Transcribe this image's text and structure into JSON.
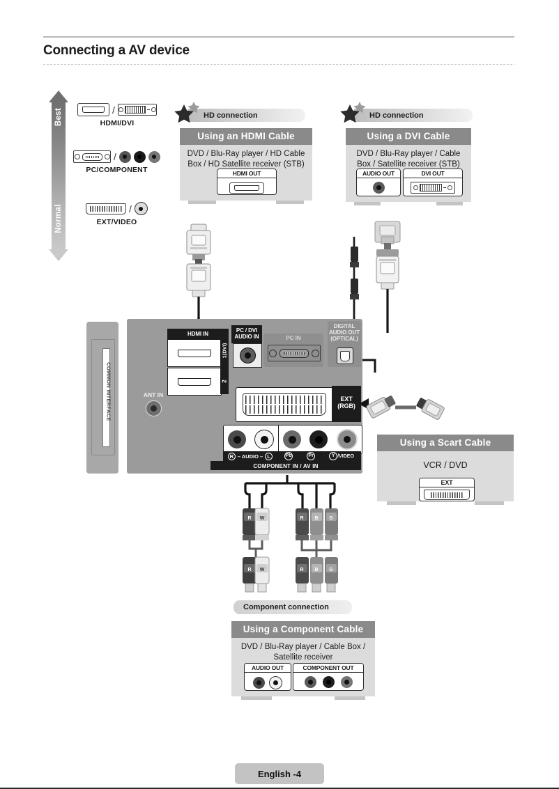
{
  "page": {
    "title": "Connecting a AV device",
    "footer": "English -4"
  },
  "quality_scale": {
    "top_label": "Best",
    "bottom_label": "Normal",
    "rows": [
      {
        "caption": "HDMI/DVI",
        "connectors": [
          "hdmi-plug-icon",
          "dvi-plug-icon"
        ]
      },
      {
        "caption": "PC/COMPONENT",
        "connectors": [
          "vga-plug-icon",
          "rca-jack-icon",
          "rca-jack-icon",
          "rca-jack-icon"
        ]
      },
      {
        "caption": "EXT/VIDEO",
        "connectors": [
          "scart-plug-icon",
          "rca-jack-icon"
        ]
      }
    ]
  },
  "badges": {
    "hdmi": "HD connection",
    "dvi": "HD connection",
    "component": "Component connection"
  },
  "panels": {
    "hdmi": {
      "heading": "Using an HDMI Cable",
      "devices": "DVD / Blu-Ray player / HD Cable Box / HD Satellite receiver (STB)",
      "ports": [
        {
          "label": "HDMI OUT",
          "type": "hdmi"
        }
      ]
    },
    "dvi": {
      "heading": "Using a DVI Cable",
      "devices": "DVD / Blu-Ray player / Cable Box / Satellite receiver (STB)",
      "ports": [
        {
          "label": "AUDIO OUT",
          "type": "jack"
        },
        {
          "label": "DVI OUT",
          "type": "dvi"
        }
      ]
    },
    "scart": {
      "heading": "Using a Scart Cable",
      "devices": "VCR / DVD",
      "ports": [
        {
          "label": "EXT",
          "type": "scart"
        }
      ]
    },
    "component": {
      "heading": "Using a Component Cable",
      "devices": "DVD / Blu-Ray player / Cable Box / Satellite receiver",
      "ports": [
        {
          "label": "AUDIO OUT",
          "type": "audio2"
        },
        {
          "label": "COMPONENT OUT",
          "type": "comp3"
        }
      ]
    }
  },
  "tv_panel": {
    "common_interface": "COMMON INTERFACE",
    "ant_in": "ANT IN",
    "hdmi_in": "HDMI IN",
    "hdmi_port_1": "1(DVI)",
    "hdmi_port_2": "2",
    "pc_dvi_audio_in": "PC / DVI\nAUDIO IN",
    "pc_dvi_audio_in_l1": "PC / DVI",
    "pc_dvi_audio_in_l2": "AUDIO IN",
    "pc_in": "PC IN",
    "digital_audio_out_l1": "DIGITAL",
    "digital_audio_out_l2": "AUDIO OUT",
    "digital_audio_out_l3": "(OPTICAL)",
    "ext_l1": "EXT",
    "ext_l2": "(RGB)",
    "component_strip": "COMPONENT IN / AV IN",
    "audio_r": "R",
    "audio_label": "– AUDIO –",
    "audio_l": "L",
    "comp_pb": "Pb",
    "comp_pr": "Pr",
    "comp_y": "Y",
    "comp_video": "/VIDEO"
  },
  "cables": {
    "rca_audio": [
      {
        "code": "R",
        "color": "#b03a2e"
      },
      {
        "code": "W",
        "color": "#efefef"
      }
    ],
    "rca_component": [
      {
        "code": "R",
        "color": "#b03a2e"
      },
      {
        "code": "B",
        "color": "#9a9a9a"
      },
      {
        "code": "G",
        "color": "#8a8a8a"
      }
    ]
  },
  "colors": {
    "panel_bg": "#dcdcdc",
    "panel_head": "#8a8a8a",
    "tv_body": "#9b9b9b",
    "label_strip": "#1c1c1c",
    "footer_pill": "#c3c3c3"
  }
}
